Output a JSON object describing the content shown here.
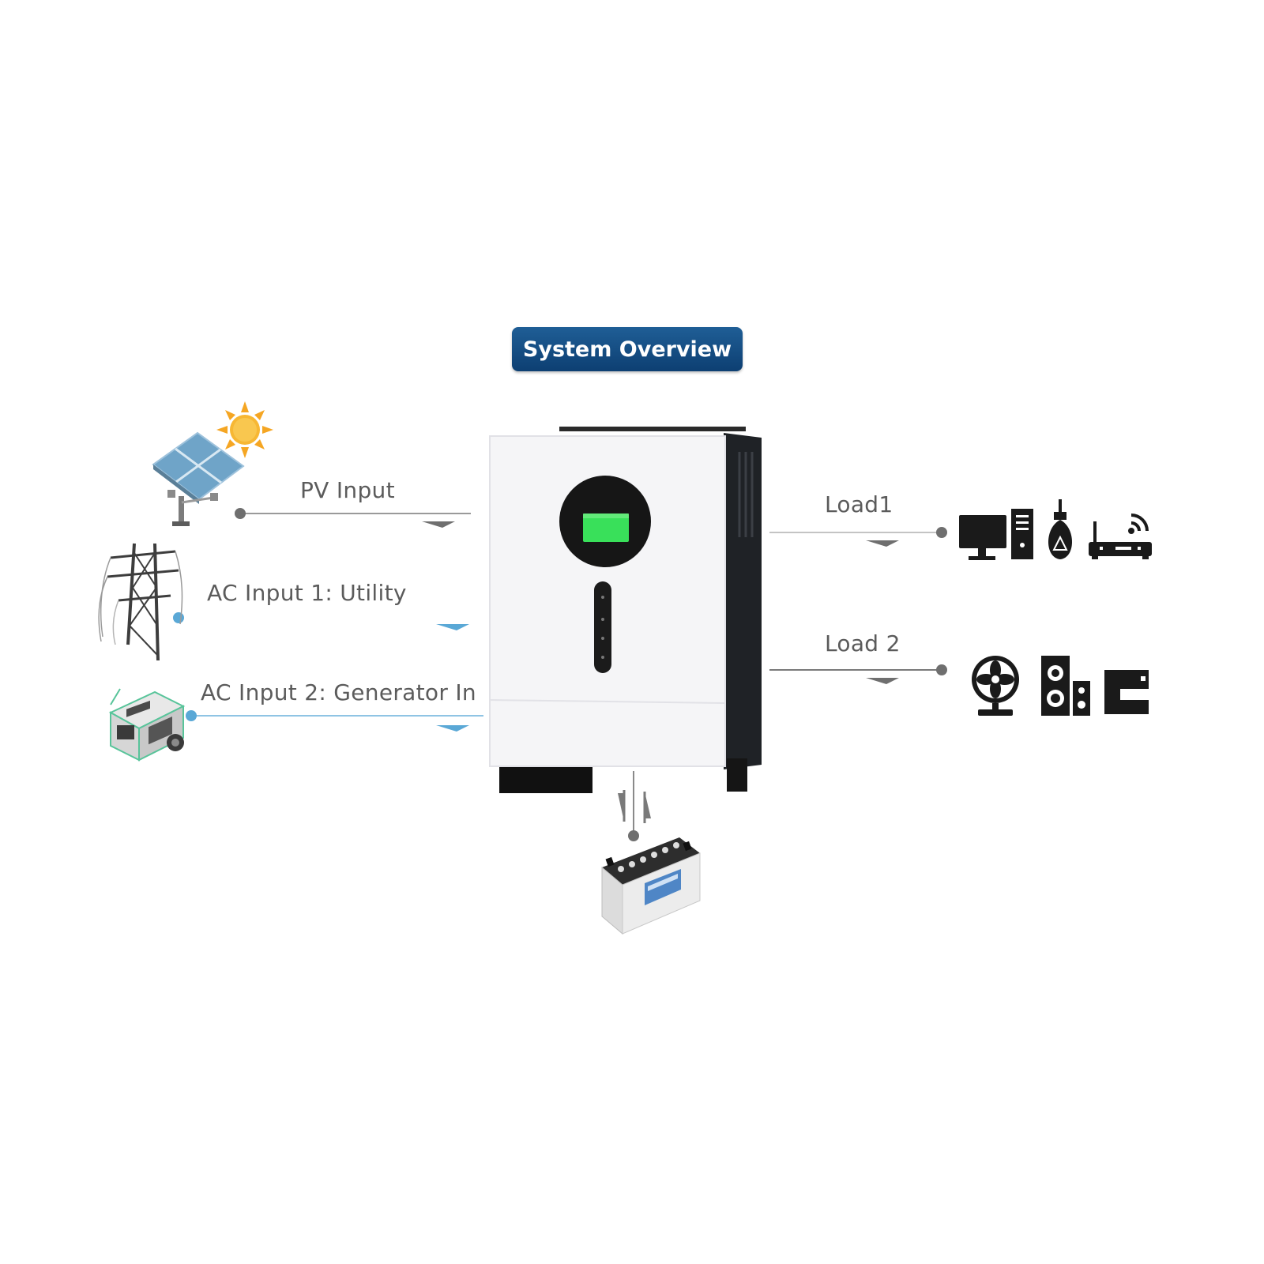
{
  "title": "System Overview",
  "inputs": {
    "pv": "PV Input",
    "ac1": "AC Input 1: Utility",
    "ac2": "AC Input 2: Generator In"
  },
  "loads": {
    "load1": "Load1",
    "load2": "Load 2"
  },
  "colors": {
    "title_bg": "#0d3f72",
    "pv_line": "#7a7a7a",
    "ac_line": "#5aa8d6",
    "load_line": "#6b6b6b",
    "lcd_green": "#39e05a"
  },
  "icons": {
    "pv": [
      "sun-icon",
      "solar-panel-icon"
    ],
    "ac1": "power-tower-icon",
    "ac2": "generator-icon",
    "center": "inverter-icon",
    "battery": "battery-icon",
    "load1": [
      "desktop-computer-icon",
      "light-bulb-icon",
      "wifi-router-icon"
    ],
    "load2": [
      "fan-icon",
      "speaker-icon",
      "coffee-machine-icon"
    ]
  }
}
